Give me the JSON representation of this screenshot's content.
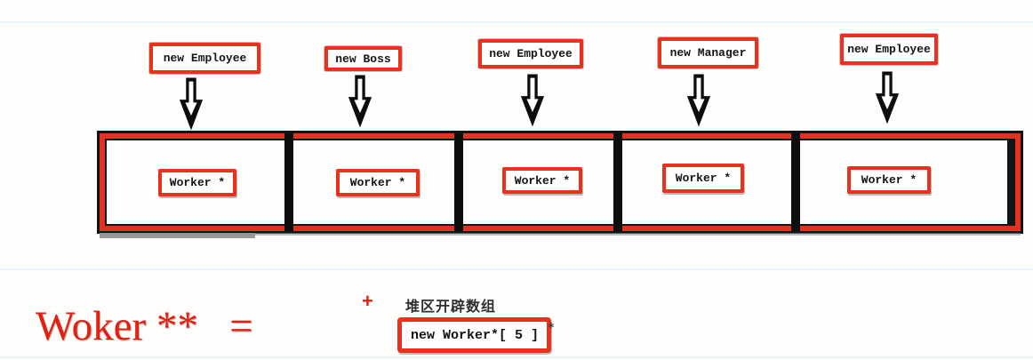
{
  "colors": {
    "accent_red": "#e8321e",
    "array_border_red": "#e43220",
    "line_black": "#141414",
    "expression_red": "#e32014"
  },
  "pointer_labels": [
    {
      "label": "new Employee"
    },
    {
      "label": "new Boss"
    },
    {
      "label": "new Employee"
    },
    {
      "label": "new Manager"
    },
    {
      "label": "new Employee"
    }
  ],
  "array": {
    "cells": [
      {
        "label": "Worker *"
      },
      {
        "label": "Worker *"
      },
      {
        "label": "Worker *"
      },
      {
        "label": "Worker *"
      },
      {
        "label": "Worker *"
      }
    ]
  },
  "expression": {
    "lhs": "Woker **   =",
    "plus": "+",
    "annotation": "堆区开辟数组",
    "heap_alloc": "new Worker*[ 5 ]",
    "footnote": "*"
  }
}
